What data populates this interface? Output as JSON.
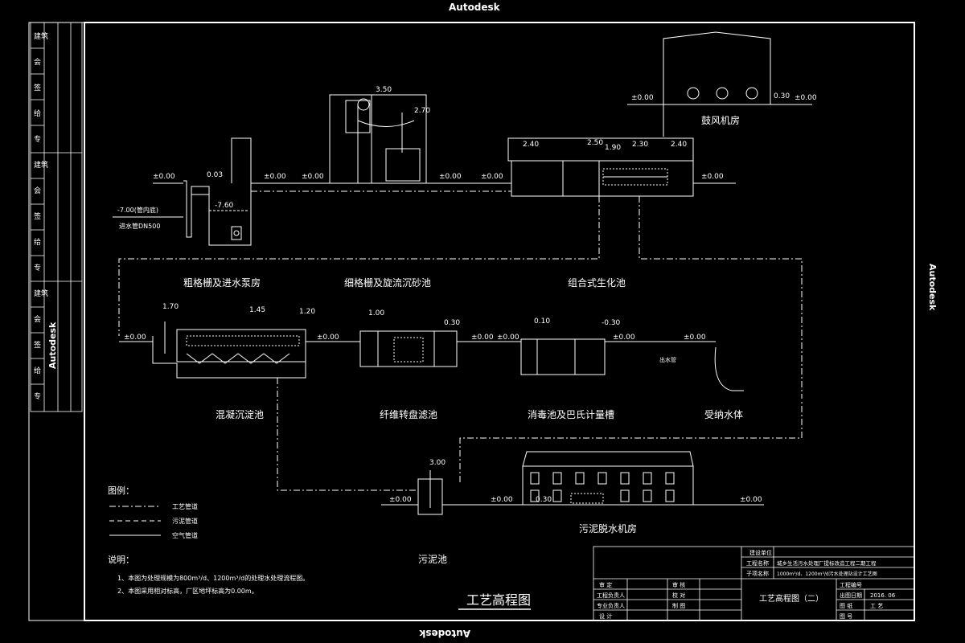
{
  "watermark": {
    "top": "Autodesk",
    "bottom": "Autodesk",
    "right": "Autodesk",
    "left": "Autodesk"
  },
  "colors": {
    "background": "#000000",
    "line": "#ffffff"
  },
  "left_strip": {
    "labels": [
      "建筑",
      "会",
      "签",
      "给",
      "专",
      "建筑",
      "会",
      "签",
      "给",
      "专",
      "建筑",
      "会",
      "签",
      "给",
      "专"
    ]
  },
  "elevations": {
    "inlet_pipe": "-7.00(管内底)",
    "inlet_pipe_size": "进水管DN500",
    "pump_well": "-7.60",
    "pump_top": "0.03",
    "screen_top": "3.50",
    "screen_mid": "2.70",
    "bio_a": "2.40",
    "bio_b": "2.50",
    "bio_c": "1.90",
    "bio_d": "2.30",
    "bio_e": "2.40",
    "blower_a": "±0.00",
    "blower_b": "0.30",
    "blower_c": "±0.00",
    "row1_zero": "±0.00",
    "row2": {
      "a": "1.70",
      "b": "1.45",
      "c": "1.20",
      "d": "1.00",
      "e": "0.30",
      "f": "0.10",
      "g": "-0.30",
      "zero": "±0.00"
    },
    "row3": {
      "sludge": "3.00",
      "zero": "±0.00",
      "house": "0.30"
    }
  },
  "labels": {
    "blower_house": "鼓风机房",
    "coarse_screen": "粗格栅及进水泵房",
    "fine_screen": "细格栅及旋流沉砂池",
    "bio_tank": "组合式生化池",
    "clarifier": "混凝沉淀池",
    "fiber_filter": "纤维转盘滤池",
    "disinfection": "消毒池及巴氏计量槽",
    "receiving_water": "受纳水体",
    "sludge_tank": "污泥池",
    "dewatering": "污泥脱水机房",
    "outlet_note": "出水管"
  },
  "legend": {
    "title": "图例：",
    "items": [
      {
        "label": "工艺管道",
        "style": "dash-dot"
      },
      {
        "label": "污泥管道",
        "style": "dash-slash"
      },
      {
        "label": "空气管道",
        "style": "solid"
      }
    ]
  },
  "notes": {
    "title": "说明：",
    "items": [
      "1、本图为处理规模为800m³/d、1200m³/d的处理水处理流程图。",
      "2、本图采用相对标高，厂区地坪标高为0.00m。"
    ]
  },
  "drawing_title": "工艺高程图",
  "title_block": {
    "design_unit": "建设单位",
    "project_name_label": "工程名称",
    "project_name": "城乡生活污水处理厂提标改造工程二期工程",
    "sub_project_label": "子项名称",
    "sub_project": "1000m³/d、1200m³/d污水处理站设计工艺图",
    "drawing_no_label": "工程编号",
    "sheet_title": "工艺高程图（二）",
    "rows_left": [
      "审 定",
      "工程负责人",
      "专业负责人",
      "设 计"
    ],
    "rows_mid": [
      "审 核",
      "校 对",
      "制 图",
      ""
    ],
    "right_labels": [
      "出图日期",
      "图 纸",
      "图 号"
    ],
    "date": "2016. 06",
    "sheet_code": "工 艺"
  }
}
